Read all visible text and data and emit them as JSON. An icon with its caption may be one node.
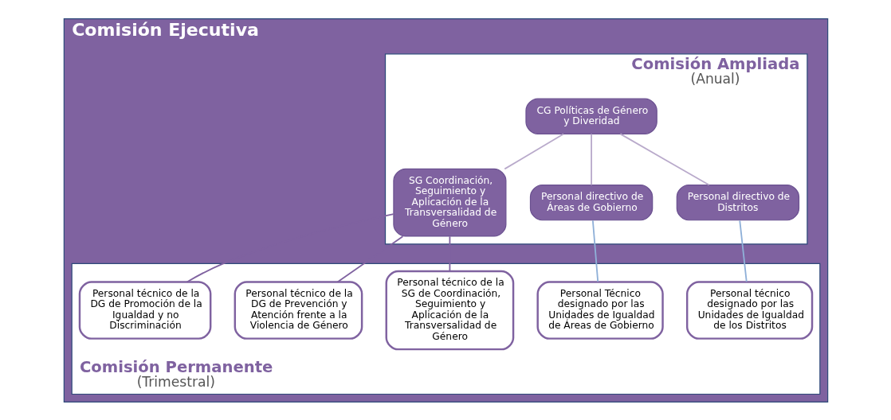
{
  "diagram": {
    "nodes": [
      {
        "text": [
          "Comisión Ejecutiva"
        ]
      },
      {
        "text": [
          "Comisión Ampliada",
          "(Anual)"
        ],
        "in": 0
      },
      {
        "text": [
          "Comisión Permanente",
          "(Trimestral)"
        ],
        "in": 0
      },
      {
        "text": [
          "CG Políticas de Género y Diveridad"
        ],
        "in": 1
      },
      {
        "text": [
          "SG Coordinación, Seguimiento y Aplicación de la Transversalidad de Género"
        ],
        "in": 1
      },
      {
        "text": [
          "Personal directivo de Áreas de Gobierno"
        ],
        "in": 1
      },
      {
        "text": [
          "Personal directivo de Distritos"
        ],
        "in": 1
      },
      {
        "text": [
          "Personal técnico de la SG de Coordinación, Seguimiento y Aplicación de la Transversalidad de Género"
        ],
        "in": 2
      },
      {
        "text": [
          "Personal técnico de la DG de Prevención y Atención frente a la Violencia de Género"
        ],
        "in": 2
      },
      {
        "text": [
          "Personal técnico de la DG de Promoción de la Igualdad y no Discriminación"
        ],
        "in": 2
      },
      {
        "text": [
          "Personal Técnico designado por las Unidades de Igualdad de Áreas de Gobierno"
        ],
        "in": 2
      },
      {
        "text": [
          "Personal técnico designado por las Unidades de Igualdad de los Distritos"
        ],
        "in": 2
      }
    ],
    "edges": [
      {
        "from": 3,
        "to": 4,
        "arrow": "none",
        "color": "#b9aacb"
      },
      {
        "from": 3,
        "to": 5,
        "arrow": "none",
        "color": "#b9aacb"
      },
      {
        "from": 3,
        "to": 6,
        "arrow": "none",
        "color": "#b9aacb"
      },
      {
        "from": 4,
        "to": 7,
        "arrow": "none"
      },
      {
        "from": 4,
        "to": 8,
        "arrow": "none"
      },
      {
        "from": 4,
        "to": 9,
        "arrow": "none"
      },
      {
        "from": 5,
        "to": 10,
        "arrow": "none",
        "color": "#8fb0d8"
      },
      {
        "from": 6,
        "to": 11,
        "arrow": "none",
        "color": "#8fb0d8"
      }
    ]
  }
}
